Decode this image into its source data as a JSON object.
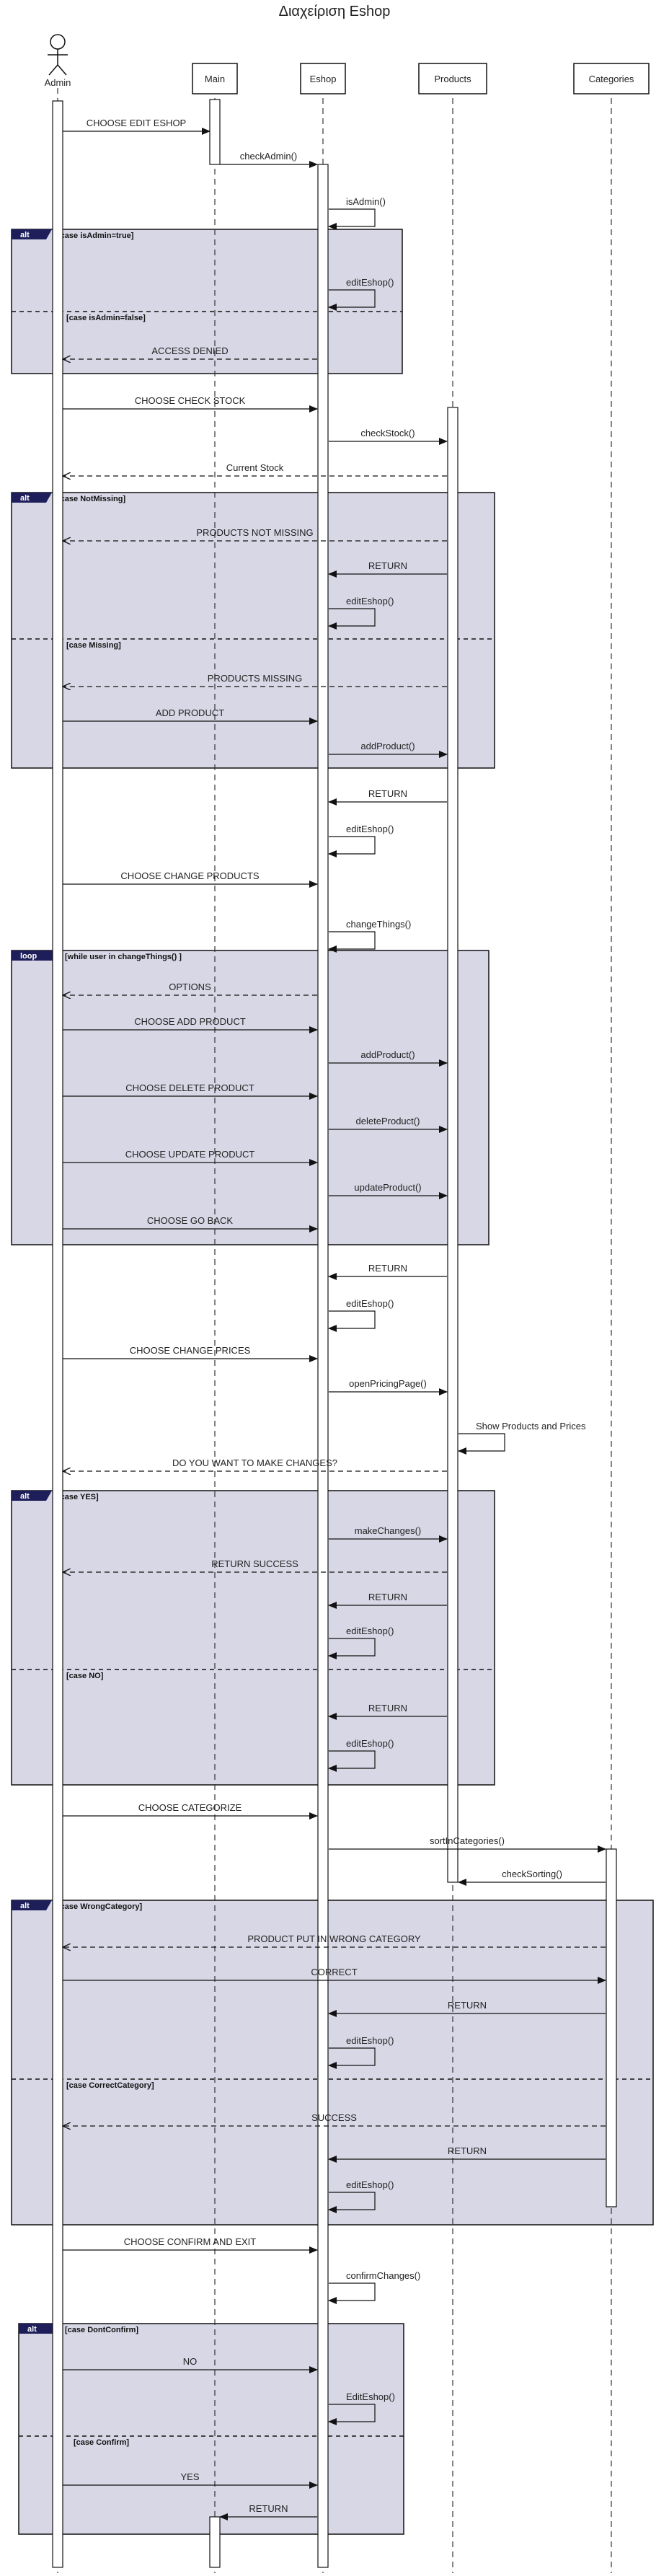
{
  "title": "Διαχείριση Eshop",
  "participants": [
    {
      "id": "admin",
      "label": "Admin",
      "kind": "actor"
    },
    {
      "id": "main",
      "label": "Main",
      "kind": "box"
    },
    {
      "id": "eshop",
      "label": "Eshop",
      "kind": "box"
    },
    {
      "id": "products",
      "label": "Products",
      "kind": "box"
    },
    {
      "id": "categories",
      "label": "Categories",
      "kind": "box"
    }
  ],
  "messages": [
    {
      "from": "admin",
      "to": "main",
      "label": "CHOOSE EDIT ESHOP",
      "style": "solid"
    },
    {
      "from": "main",
      "to": "eshop",
      "label": "checkAdmin()",
      "style": "solid"
    },
    {
      "from": "eshop",
      "to": "eshop",
      "label": "isAdmin()",
      "style": "self"
    },
    {
      "from": "eshop",
      "to": "eshop",
      "label": "editEshop()",
      "style": "self"
    },
    {
      "from": "eshop",
      "to": "admin",
      "label": "ACCESS DENIED",
      "style": "dashed"
    },
    {
      "from": "admin",
      "to": "eshop",
      "label": "CHOOSE CHECK STOCK",
      "style": "solid"
    },
    {
      "from": "eshop",
      "to": "products",
      "label": "checkStock()",
      "style": "solid"
    },
    {
      "from": "products",
      "to": "admin",
      "label": "Current Stock",
      "style": "dashed"
    },
    {
      "from": "products",
      "to": "admin",
      "label": "PRODUCTS NOT MISSING",
      "style": "dashed"
    },
    {
      "from": "products",
      "to": "eshop",
      "label": "RETURN",
      "style": "solid"
    },
    {
      "from": "eshop",
      "to": "eshop",
      "label": "editEshop()",
      "style": "self"
    },
    {
      "from": "products",
      "to": "admin",
      "label": "PRODUCTS MISSING",
      "style": "dashed"
    },
    {
      "from": "admin",
      "to": "eshop",
      "label": "ADD PRODUCT",
      "style": "solid"
    },
    {
      "from": "eshop",
      "to": "products",
      "label": "addProduct()",
      "style": "solid"
    },
    {
      "from": "products",
      "to": "eshop",
      "label": "RETURN",
      "style": "solid"
    },
    {
      "from": "eshop",
      "to": "eshop",
      "label": "editEshop()",
      "style": "self"
    },
    {
      "from": "admin",
      "to": "eshop",
      "label": "CHOOSE CHANGE PRODUCTS",
      "style": "solid"
    },
    {
      "from": "eshop",
      "to": "eshop",
      "label": "changeThings()",
      "style": "self"
    },
    {
      "from": "eshop",
      "to": "admin",
      "label": "OPTIONS",
      "style": "dashed"
    },
    {
      "from": "admin",
      "to": "eshop",
      "label": "CHOOSE ADD PRODUCT",
      "style": "solid"
    },
    {
      "from": "eshop",
      "to": "products",
      "label": "addProduct()",
      "style": "solid"
    },
    {
      "from": "admin",
      "to": "eshop",
      "label": "CHOOSE DELETE PRODUCT",
      "style": "solid"
    },
    {
      "from": "eshop",
      "to": "products",
      "label": "deleteProduct()",
      "style": "solid"
    },
    {
      "from": "admin",
      "to": "eshop",
      "label": "CHOOSE UPDATE PRODUCT",
      "style": "solid"
    },
    {
      "from": "eshop",
      "to": "products",
      "label": "updateProduct()",
      "style": "solid"
    },
    {
      "from": "admin",
      "to": "eshop",
      "label": "CHOOSE GO BACK",
      "style": "solid"
    },
    {
      "from": "products",
      "to": "eshop",
      "label": "RETURN",
      "style": "solid"
    },
    {
      "from": "eshop",
      "to": "eshop",
      "label": "editEshop()",
      "style": "self"
    },
    {
      "from": "admin",
      "to": "eshop",
      "label": "CHOOSE CHANGE PRICES",
      "style": "solid"
    },
    {
      "from": "eshop",
      "to": "products",
      "label": "openPricingPage()",
      "style": "solid"
    },
    {
      "from": "products",
      "to": "products",
      "label": "Show Products and Prices",
      "style": "self"
    },
    {
      "from": "products",
      "to": "admin",
      "label": "DO YOU WANT TO MAKE CHANGES?",
      "style": "dashed"
    },
    {
      "from": "eshop",
      "to": "products",
      "label": "makeChanges()",
      "style": "solid"
    },
    {
      "from": "products",
      "to": "admin",
      "label": "RETURN SUCCESS",
      "style": "dashed"
    },
    {
      "from": "products",
      "to": "eshop",
      "label": "RETURN",
      "style": "solid"
    },
    {
      "from": "eshop",
      "to": "eshop",
      "label": "editEshop()",
      "style": "self"
    },
    {
      "from": "products",
      "to": "eshop",
      "label": "RETURN",
      "style": "solid"
    },
    {
      "from": "eshop",
      "to": "eshop",
      "label": "editEshop()",
      "style": "self"
    },
    {
      "from": "admin",
      "to": "eshop",
      "label": "CHOOSE CATEGORIZE",
      "style": "solid"
    },
    {
      "from": "eshop",
      "to": "categories",
      "label": "sortInCategories()",
      "style": "solid"
    },
    {
      "from": "categories",
      "to": "products",
      "label": "checkSorting()",
      "style": "solid"
    },
    {
      "from": "categories",
      "to": "admin",
      "label": "PRODUCT PUT IN WRONG CATEGORY",
      "style": "dashed"
    },
    {
      "from": "admin",
      "to": "categories",
      "label": "CORRECT",
      "style": "solid"
    },
    {
      "from": "categories",
      "to": "eshop",
      "label": "RETURN",
      "style": "solid"
    },
    {
      "from": "eshop",
      "to": "eshop",
      "label": "editEshop()",
      "style": "self"
    },
    {
      "from": "categories",
      "to": "admin",
      "label": "SUCCESS",
      "style": "dashed"
    },
    {
      "from": "categories",
      "to": "eshop",
      "label": "RETURN",
      "style": "solid"
    },
    {
      "from": "eshop",
      "to": "eshop",
      "label": "editEshop()",
      "style": "self"
    },
    {
      "from": "admin",
      "to": "eshop",
      "label": "CHOOSE CONFIRM AND EXIT",
      "style": "solid"
    },
    {
      "from": "eshop",
      "to": "eshop",
      "label": "confirmChanges()",
      "style": "self"
    },
    {
      "from": "admin",
      "to": "eshop",
      "label": "NO",
      "style": "solid"
    },
    {
      "from": "eshop",
      "to": "eshop",
      "label": "EditEshop()",
      "style": "self"
    },
    {
      "from": "admin",
      "to": "eshop",
      "label": "YES",
      "style": "solid"
    },
    {
      "from": "eshop",
      "to": "main",
      "label": "RETURN",
      "style": "solid"
    }
  ],
  "fragments": [
    {
      "operator": "alt",
      "guards": [
        "[case isAdmin=true]",
        "[case isAdmin=false]"
      ]
    },
    {
      "operator": "alt",
      "guards": [
        "[case NotMissing]",
        "[case Missing]"
      ]
    },
    {
      "operator": "loop",
      "guards": [
        "[while user in changeThings() ]"
      ]
    },
    {
      "operator": "alt",
      "guards": [
        "[case YES]",
        "[case NO]"
      ]
    },
    {
      "operator": "alt",
      "guards": [
        "[case WrongCategory]",
        "[case CorrectCategory]"
      ]
    },
    {
      "operator": "alt",
      "guards": [
        "[case DontConfirm]",
        "[case Confirm]"
      ]
    }
  ]
}
